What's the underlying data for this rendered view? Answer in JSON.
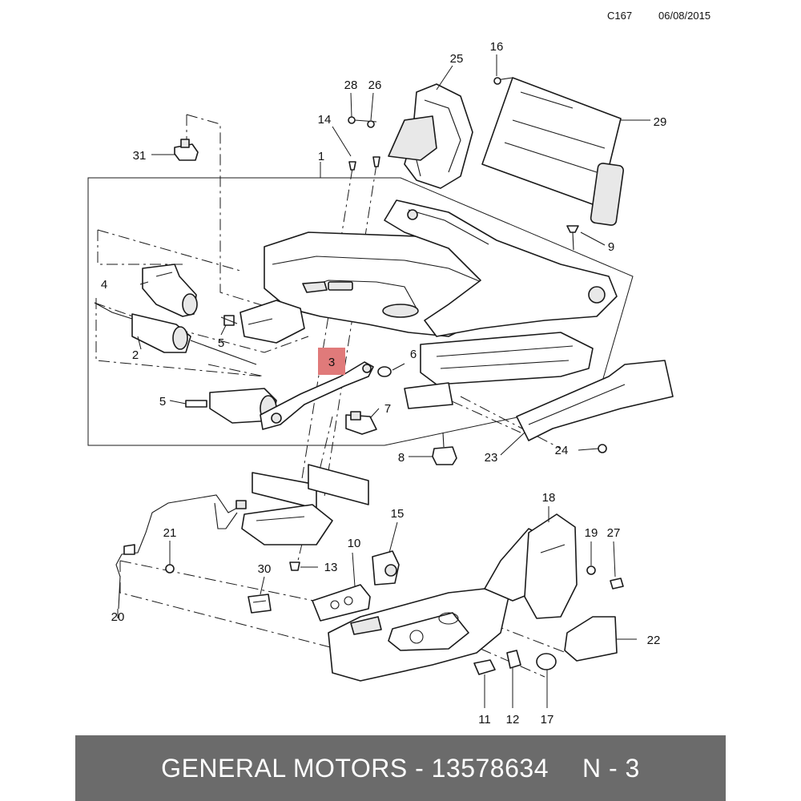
{
  "header": {
    "code": "C167",
    "date": "06/08/2015"
  },
  "highlight": {
    "label": "3",
    "color": "#e07a7a"
  },
  "callouts": {
    "c1": "1",
    "c2": "2",
    "c4": "4",
    "c5a": "5",
    "c5b": "5",
    "c6": "6",
    "c7": "7",
    "c8": "8",
    "c9": "9",
    "c10": "10",
    "c11": "11",
    "c12": "12",
    "c13": "13",
    "c14": "14",
    "c15": "15",
    "c16": "16",
    "c17": "17",
    "c18": "18",
    "c19": "19",
    "c20": "20",
    "c21": "21",
    "c22": "22",
    "c23": "23",
    "c24": "24",
    "c25": "25",
    "c26": "26",
    "c27": "27",
    "c28": "28",
    "c29": "29",
    "c30": "30",
    "c31": "31"
  },
  "banner": {
    "brand": "GENERAL MOTORS - 13578634",
    "qty": "N - 3",
    "color": "#6b6b6b"
  }
}
